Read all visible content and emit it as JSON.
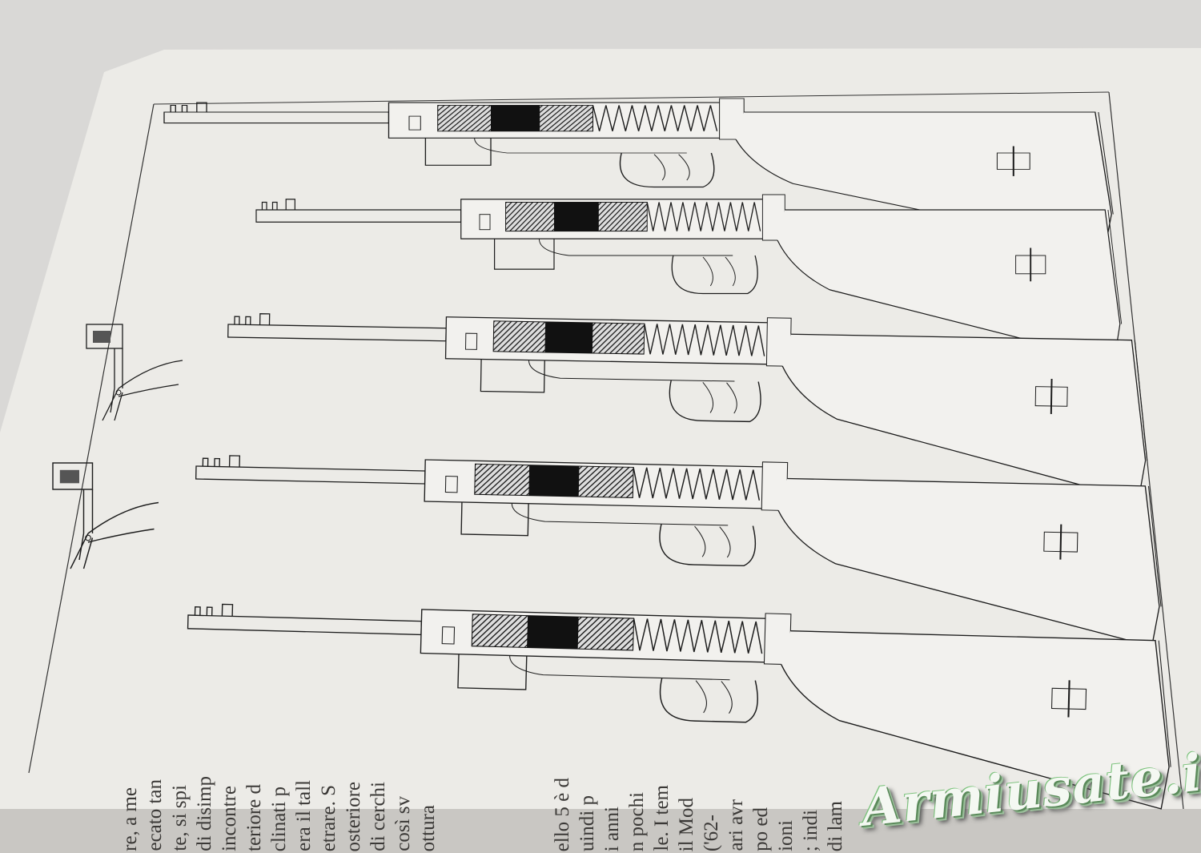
{
  "watermark": "Armiusate.it",
  "text_left_column": [
    "re, a me",
    "ecato tan",
    "te, si spi",
    "di disimp",
    "incontre",
    "teriore d",
    "clinati p",
    "era il tall",
    "etrare. S",
    "osteriore",
    "di cerchi",
    "così sv",
    "ottura"
  ],
  "text_right_column": [
    "ello 5 è d",
    "uindi p",
    "i anni",
    "n pochi",
    "le. I tem",
    "il Mod",
    "('62-",
    "ari avr",
    "po ed",
    "ioni",
    "; indi",
    "di lam"
  ],
  "colors": {
    "page": "#ecebe7",
    "ink": "#1c1c1c",
    "background": "#d9d8d6",
    "lower_page": "#c9c7c3"
  }
}
